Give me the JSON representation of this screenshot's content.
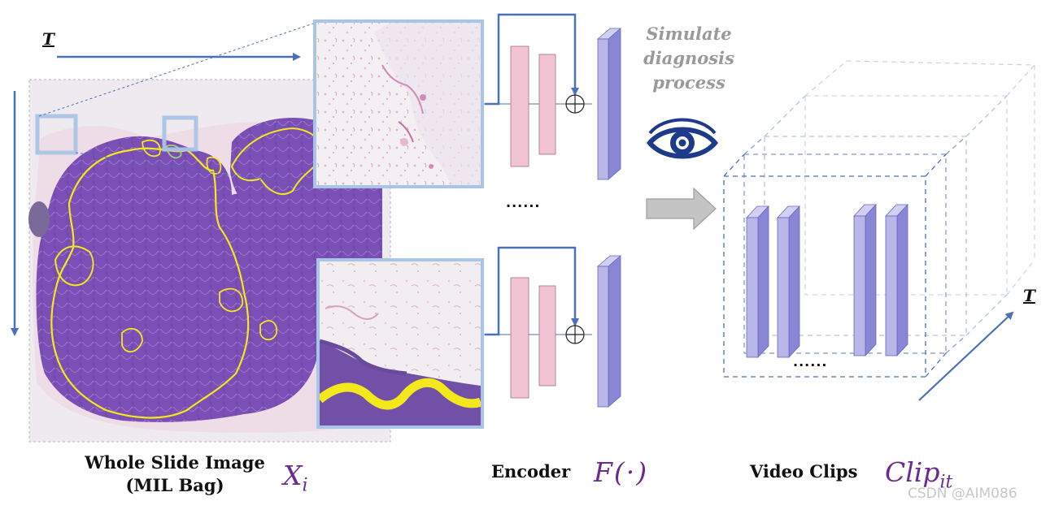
{
  "wsi": {
    "label_line1": "Whole Slide Image",
    "label_line2": "(MIL Bag)",
    "math_symbol": "X",
    "math_sub": "i",
    "axis_label": "T"
  },
  "encoder": {
    "label": "Encoder",
    "math": "F(·)",
    "dots": "......"
  },
  "simulate_note": [
    "Simulate",
    "diagnosis",
    "process"
  ],
  "video": {
    "label": "Video Clips",
    "math_symbol": "Clip",
    "math_sub": "it",
    "dots": "......",
    "axis_label": "T"
  },
  "watermark": "CSDN @AIM086",
  "colors": {
    "arrow_blue": "#4a72b8",
    "tissue_purple": "#7b4fb6",
    "tumor_outline": "#f2e81c",
    "encoder_pink": "#f2c3d2",
    "feature_blue": "#b9b7e8",
    "feature_dark": "#8a86d6",
    "patch_border": "#a8c4e6",
    "math_purple": "#6a2c8f",
    "note_gray": "#9a9a9a"
  }
}
